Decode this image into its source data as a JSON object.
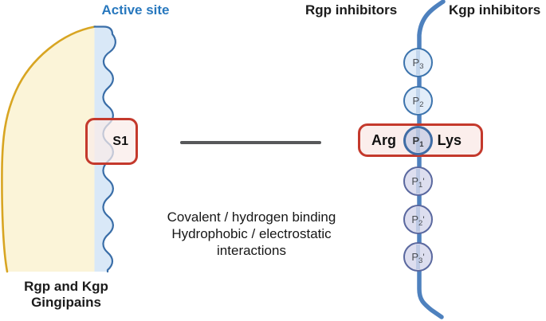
{
  "enzyme": {
    "active_site_label": "Active site",
    "s1_pocket_label": "S1",
    "name_line1": "Rgp and Kgp",
    "name_line2": "Gingipains"
  },
  "inhibitors": {
    "rgp_label": "Rgp inhibitors",
    "kgp_label": "Kgp inhibitors",
    "specificity": {
      "arg": "Arg",
      "lys": "Lys"
    },
    "residues": [
      {
        "base": "P",
        "sub": "3",
        "prime": ""
      },
      {
        "base": "P",
        "sub": "2",
        "prime": ""
      },
      {
        "base": "P",
        "sub": "1",
        "prime": ""
      },
      {
        "base": "P",
        "sub": "1",
        "prime": "'"
      },
      {
        "base": "P",
        "sub": "2",
        "prime": "'"
      },
      {
        "base": "P",
        "sub": "3",
        "prime": "'"
      }
    ]
  },
  "interactions": {
    "line1": "Covalent / hydrogen binding",
    "line2": "Hydrophobic / electrostatic",
    "line3": "interactions"
  },
  "colors": {
    "active_site_text": "#2878BE",
    "enzyme_fill": "#FBF4D8",
    "enzyme_outline": "#D8A522",
    "active_site_strip_fill": "#D9E8F7",
    "active_site_edge": "#3A6EA8",
    "pocket_border": "#C4392C",
    "pocket_fill": "#FAECE9",
    "substrate_chain": "#4E81BE",
    "residue_upper_fill": "#E2EDF9",
    "residue_upper_border": "#3D74AD",
    "residue_p1_fill": "#D3D5E7",
    "residue_lower_fill": "#DDDEEF",
    "residue_lower_border": "#5A689F",
    "interaction_line": "#57585A"
  }
}
